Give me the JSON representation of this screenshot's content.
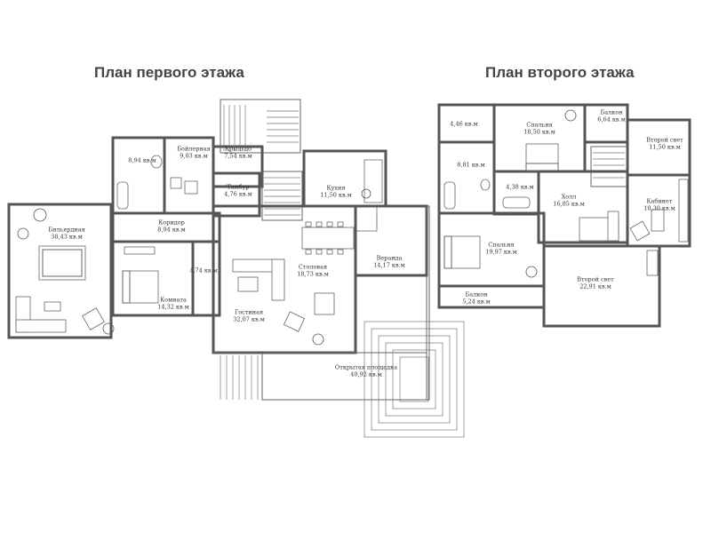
{
  "titles": {
    "first": "План первого этажа",
    "second": "План второго этажа"
  },
  "first_floor": [
    {
      "name": "Бильярдная",
      "area": "38,43 кв.м"
    },
    {
      "name": "",
      "area": "8,94 кв.м"
    },
    {
      "name": "Бойлерная",
      "area": "9,03 кв.м"
    },
    {
      "name": "Крыльцо",
      "area": "7,54 кв.м"
    },
    {
      "name": "Тамбур",
      "area": "4,76 кв.м"
    },
    {
      "name": "Кухня",
      "area": "11,50 кв.м"
    },
    {
      "name": "Коридор",
      "area": "8,94 кв.м"
    },
    {
      "name": "",
      "area": "4,74 кв.м"
    },
    {
      "name": "Комната",
      "area": "14,32 кв.м"
    },
    {
      "name": "Столовая",
      "area": "18,73 кв.м"
    },
    {
      "name": "Веранда",
      "area": "14,17 кв.м"
    },
    {
      "name": "Гостиная",
      "area": "32,07 кв.м"
    },
    {
      "name": "Открытая площадка",
      "area": "40,92 кв.м"
    }
  ],
  "second_floor": [
    {
      "name": "",
      "area": "4,46 кв.м"
    },
    {
      "name": "Спальня",
      "area": "18,50 кв.м"
    },
    {
      "name": "Балкон",
      "area": "6,64 кв.м"
    },
    {
      "name": "Второй свет",
      "area": "11,50 кв.м"
    },
    {
      "name": "",
      "area": "8,81 кв.м"
    },
    {
      "name": "",
      "area": "4,38 кв.м"
    },
    {
      "name": "Холл",
      "area": "16,85 кв.м"
    },
    {
      "name": "Кабинет",
      "area": "10,30 кв.м"
    },
    {
      "name": "Спальня",
      "area": "19,97 кв.м"
    },
    {
      "name": "Второй свет",
      "area": "22,91 кв.м"
    },
    {
      "name": "Балкон",
      "area": "5,24 кв.м"
    }
  ]
}
